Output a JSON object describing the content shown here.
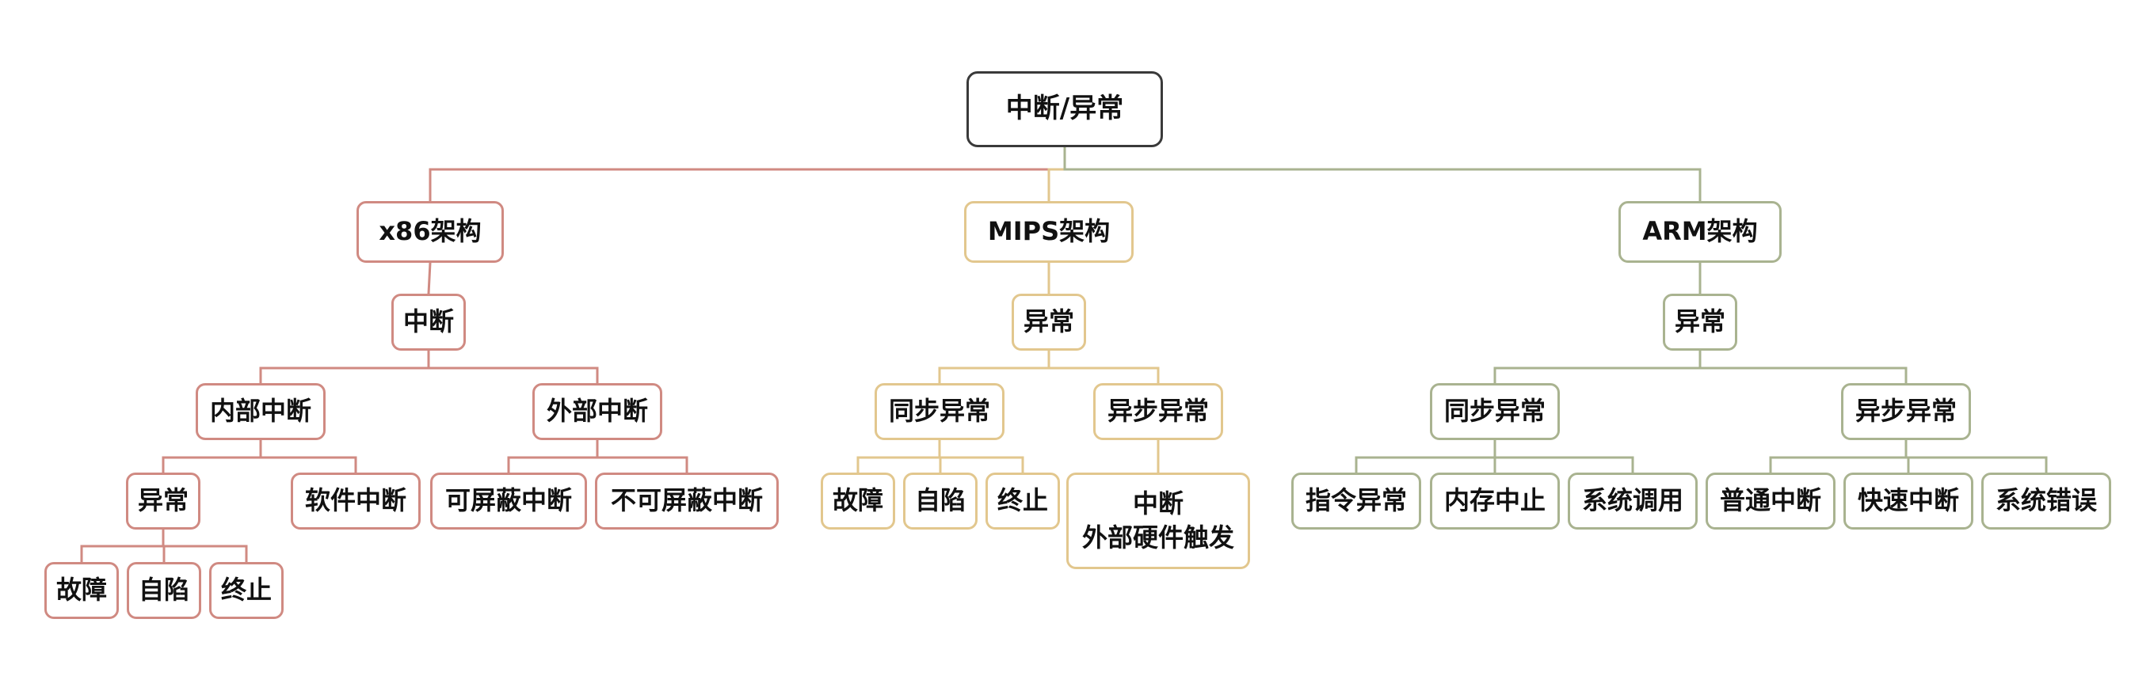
{
  "colors": {
    "root": "#3a3a3a",
    "x86": "#d08a82",
    "mips": "#e2c78e",
    "arm": "#a9b390"
  },
  "root": {
    "label": "中断/异常"
  },
  "x86": {
    "label": "x86架构",
    "interrupt": {
      "label": "中断"
    },
    "internal": {
      "label": "内部中断"
    },
    "external": {
      "label": "外部中断"
    },
    "exception": {
      "label": "异常"
    },
    "software": {
      "label": "软件中断"
    },
    "fault": {
      "label": "故障"
    },
    "trap": {
      "label": "自陷"
    },
    "abort": {
      "label": "终止"
    },
    "maskable": {
      "label": "可屏蔽中断"
    },
    "nonmaskable": {
      "label": "不可屏蔽中断"
    }
  },
  "mips": {
    "label": "MIPS架构",
    "exception": {
      "label": "异常"
    },
    "sync": {
      "label": "同步异常"
    },
    "async": {
      "label": "异步异常"
    },
    "fault": {
      "label": "故障"
    },
    "trap": {
      "label": "自陷"
    },
    "abort": {
      "label": "终止"
    },
    "interrupt": {
      "line1": "中断",
      "line2": "外部硬件触发"
    }
  },
  "arm": {
    "label": "ARM架构",
    "exception": {
      "label": "异常"
    },
    "sync": {
      "label": "同步异常"
    },
    "async": {
      "label": "异步异常"
    },
    "undef": {
      "label": "指令异常"
    },
    "mem_abort": {
      "label": "内存中止"
    },
    "syscall": {
      "label": "系统调用"
    },
    "irq": {
      "label": "普通中断"
    },
    "fiq": {
      "label": "快速中断"
    },
    "serror": {
      "label": "系统错误"
    }
  }
}
